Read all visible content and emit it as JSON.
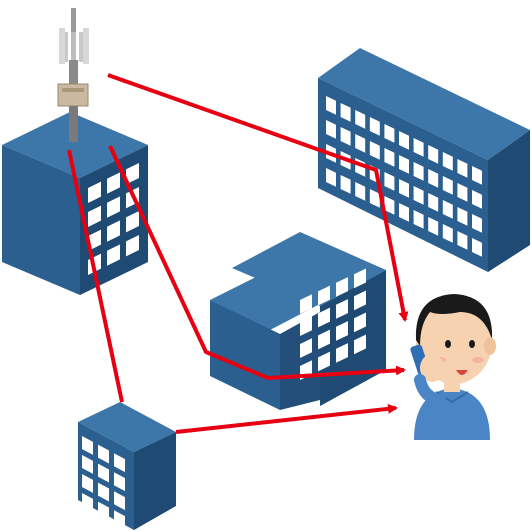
{
  "scene": {
    "elements": [
      "cell-tower-icon",
      "building-icon",
      "person-on-phone-icon",
      "signal-path-arrow"
    ],
    "colors": {
      "building_front": "#2b5f8f",
      "building_side": "#1e4a73",
      "building_top": "#3d77aa",
      "window": "#ffffff",
      "signal": "#e60012",
      "shirt": "#4a86c5",
      "skin": "#f6d2b0",
      "hair": "#1a1a1a",
      "phone": "#2f6db5"
    },
    "signal_paths": [
      {
        "id": "path-tower-to-person-via-right-building"
      },
      {
        "id": "path-tower-to-person-via-center-building"
      },
      {
        "id": "path-tower-to-small-building-to-person"
      }
    ]
  }
}
